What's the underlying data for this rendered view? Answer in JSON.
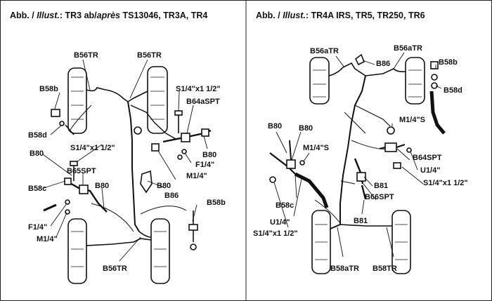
{
  "left_panel": {
    "title_prefix": "Abb. / ",
    "title_illust": "Illust.",
    "title_rest_a": ": TR3 ab/",
    "title_apres": "après",
    "title_rest_b": " TS13046, TR3A, TR4",
    "labels": {
      "b56tr_1": "B56TR",
      "b56tr_2": "B56TR",
      "b58b_1": "B58b",
      "s14_1": "S1/4\"x1 1/2\"",
      "b64aspt": "B64aSPT",
      "b58d": "B58d",
      "s14_2": "S1/4\"x1 1/2\"",
      "b80_1": "B80",
      "f14_1": "F1/4\"",
      "b80_2": "B80",
      "m14_1": "M1/4\"",
      "b65spt": "B65SPT",
      "b58c": "B58c",
      "b80_3": "B80",
      "b80_4": "B80",
      "b86": "B86",
      "b58b_2": "B58b",
      "f14_2": "F1/4\"",
      "m14_2": "M1/4\"",
      "b56tr_3": "B56TR"
    }
  },
  "right_panel": {
    "title_prefix": "Abb. / ",
    "title_illust": "Illust.",
    "title_rest": ": TR4A IRS, TR5, TR250, TR6",
    "labels": {
      "b56atr_1": "B56aTR",
      "b56atr_2": "B56aTR",
      "b86": "B86",
      "b58b": "B58b",
      "b58d": "B58d",
      "b80_1": "B80",
      "b80_2": "B80",
      "m14s_1": "M1/4\"S",
      "m14s_2": "M1/4\"S",
      "b64spt": "B64SPT",
      "u14_1": "U1/4\"",
      "s14_1": "S1/4\"x1 1/2\"",
      "b81_1": "B81",
      "b66spt": "B66SPT",
      "b58c": "B58c",
      "b81_2": "B81",
      "u14_2": "U1/4\"",
      "s14_2": "S1/4\"x1 1/2\"",
      "b58atr": "B58aTR",
      "b58tr": "B58TR"
    }
  }
}
